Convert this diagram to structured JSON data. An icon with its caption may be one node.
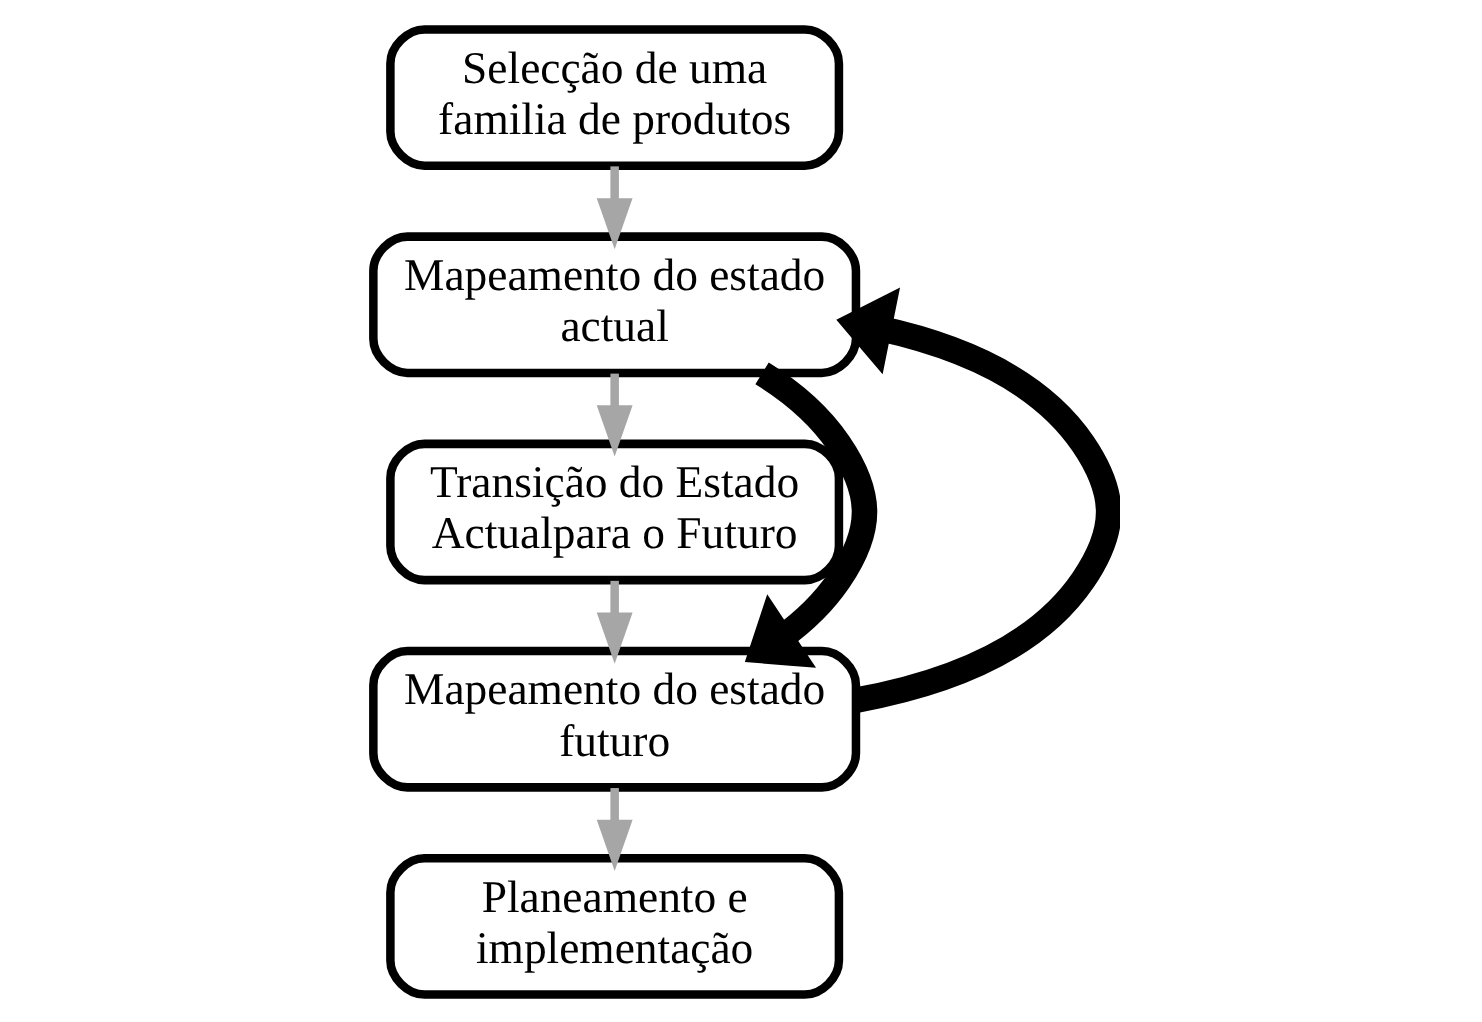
{
  "diagram": {
    "nodes": [
      {
        "text": [
          "Selecção de uma familia de produtos"
        ]
      },
      {
        "text": [
          "Mapeamento do estado actual"
        ]
      },
      {
        "text": [
          "Transição do Estado Actualpara o Futuro"
        ]
      },
      {
        "text": [
          "Mapeamento do estado futuro"
        ]
      },
      {
        "text": [
          "Planeamento e implementação"
        ]
      }
    ],
    "edges": [
      {
        "from": 0,
        "to": 1,
        "arrow": "to"
      },
      {
        "from": 1,
        "to": 2,
        "arrow": "to"
      },
      {
        "from": 2,
        "to": 3,
        "arrow": "to"
      },
      {
        "from": 3,
        "to": 4,
        "arrow": "to"
      },
      {
        "from": 3,
        "to": 1,
        "arrow": "to",
        "style": "thick",
        "color": "#000000"
      },
      {
        "from": 1,
        "to": 3,
        "arrow": "to",
        "style": "thick",
        "color": "#000000"
      }
    ]
  }
}
